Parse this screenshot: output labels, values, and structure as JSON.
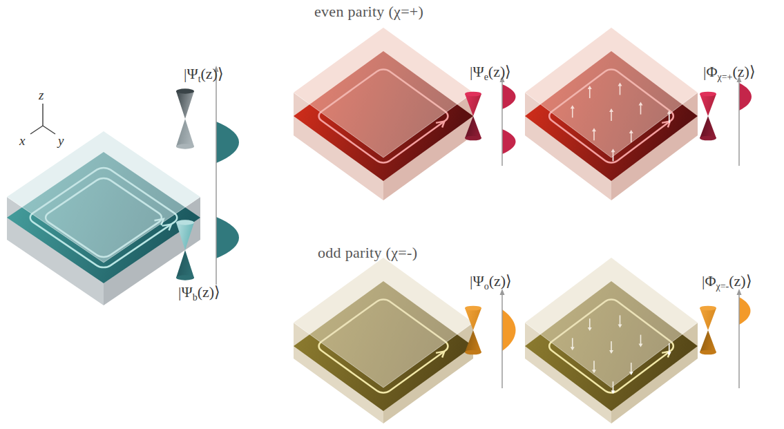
{
  "diagram": {
    "labels": [
      "z",
      "x",
      "y",
      "|Ψ",
      "t",
      "(z)⟩",
      "|Ψ",
      "b",
      "(z)⟩",
      "even parity (χ=+)",
      "|Ψ",
      "e",
      "(z)⟩",
      "|Φ",
      "χ=+",
      "(z)⟩",
      "odd parity (χ=-)",
      "|Ψ",
      "o",
      "(z)⟩",
      "|Φ",
      "χ=-",
      "(z)⟩"
    ]
  }
}
